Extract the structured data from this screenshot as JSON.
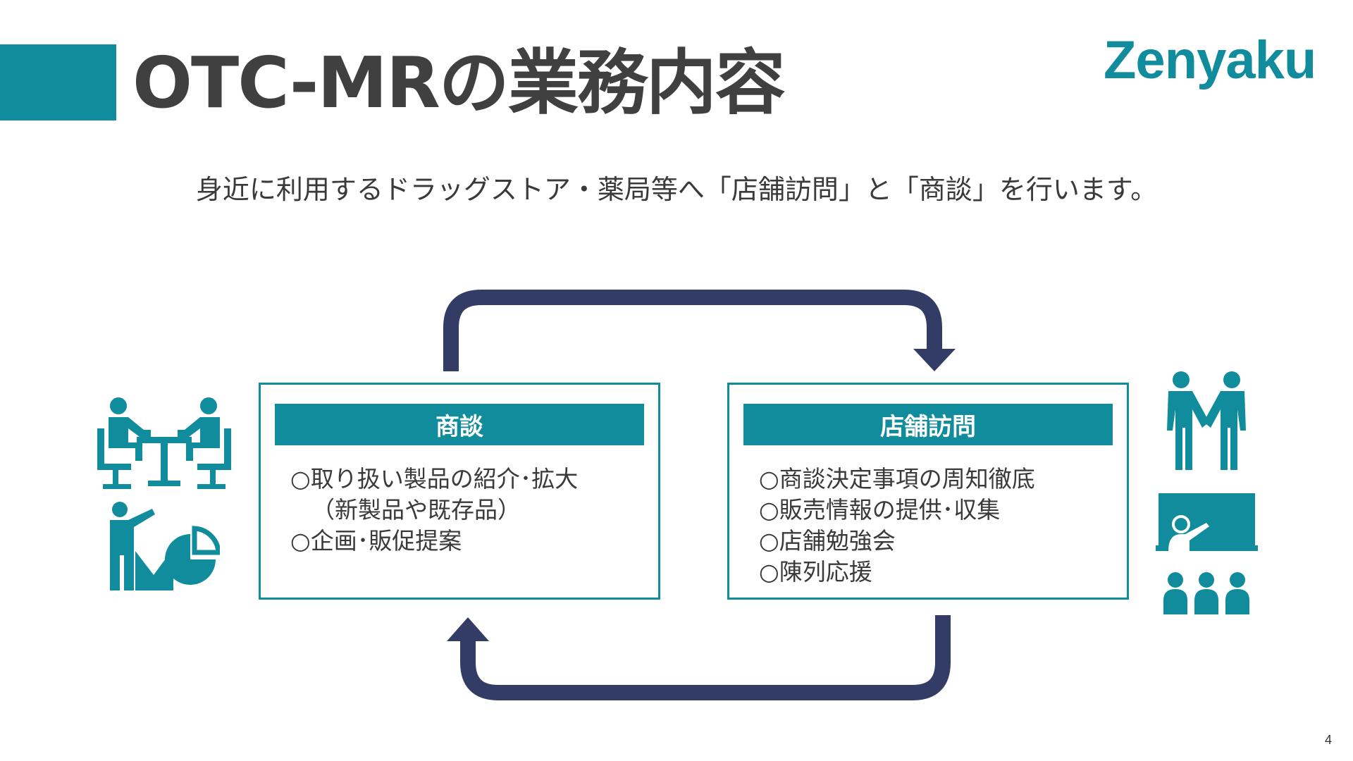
{
  "title": "OTC-MRの業務内容",
  "logo": "Zenyaku",
  "subtitle": "身近に利用するドラッグストア・薬局等へ「店舗訪問」と「商談」を行います。",
  "left_box": {
    "header": "商談",
    "items": [
      "○取り扱い製品の紹介･拡大",
      "（新製品や既存品）",
      "○企画･販促提案"
    ]
  },
  "right_box": {
    "header": "店舗訪問",
    "items": [
      "○商談決定事項の周知徹底",
      "○販売情報の提供･収集",
      "○店舗勉強会",
      "○陳列応援"
    ]
  },
  "icons": {
    "left_top": "meeting-table-icon",
    "left_bottom": "presentation-pie-chart-icon",
    "right_top": "handshake-people-icon",
    "right_bottom": "seminar-audience-icon"
  },
  "colors": {
    "teal": "#108c9c",
    "navy": "#323c64",
    "text": "#404040"
  },
  "page_number": "4"
}
